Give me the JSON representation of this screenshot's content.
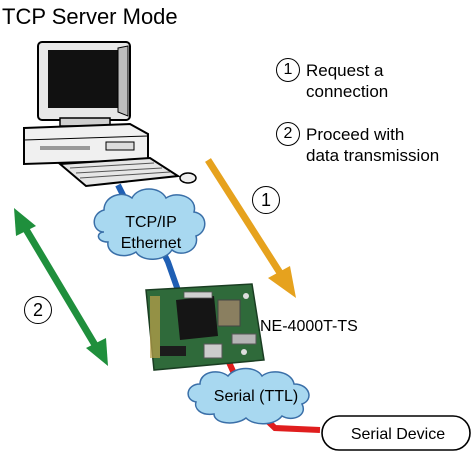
{
  "title": "TCP Server Mode",
  "steps": [
    {
      "number": "1",
      "text_line1": "Request a",
      "text_line2": "connection"
    },
    {
      "number": "2",
      "text_line1": "Proceed with",
      "text_line2": "data transmission"
    }
  ],
  "arrow_labels": {
    "one": "1",
    "two": "2"
  },
  "cloud_top": {
    "line1": "TCP/IP",
    "line2": "Ethernet"
  },
  "cloud_bottom": {
    "label": "Serial (TTL)"
  },
  "module_label": "NE-4000T-TS",
  "device_label": "Serial Device",
  "colors": {
    "ethernet_line": "#1f5fb4",
    "serial_line": "#e01e1e",
    "request_arrow": "#e6a21e",
    "transmission_arrow": "#1f8f3c",
    "cloud_fill": "#a8d8f0",
    "cloud_stroke": "#3a6fa8",
    "pcb": "#2f6a3a"
  },
  "icons": [
    "computer-icon",
    "cloud-icon",
    "circuit-board-icon"
  ]
}
